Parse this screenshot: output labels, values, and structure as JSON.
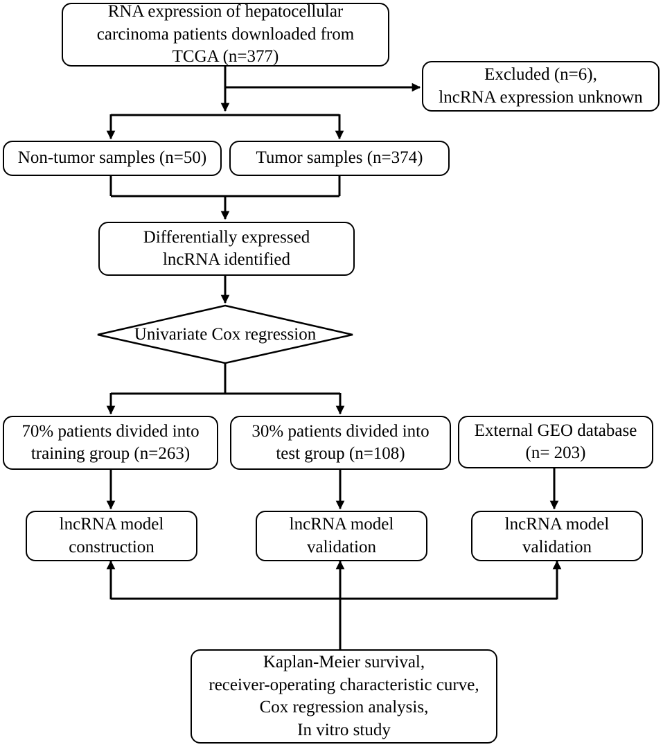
{
  "flowchart": {
    "source": "RNA expression of hepatocellular\ncarcinoma patients downloaded from\nTCGA (n=377)",
    "excluded": "Excluded (n=6),\nlncRNA expression unknown",
    "non_tumor": "Non-tumor samples (n=50)",
    "tumor": "Tumor samples (n=374)",
    "differential": "Differentially expressed\nlncRNA identified",
    "univariate": "Univariate Cox regression",
    "training": "70% patients divided into\ntraining group (n=263)",
    "test": "30% patients divided into\ntest group (n=108)",
    "external": "External GEO database\n(n= 203)",
    "construction": "lncRNA model\nconstruction",
    "validation_test": "lncRNA model\nvalidation",
    "validation_geo": "lncRNA model\nvalidation",
    "analysis": "Kaplan-Meier survival,\nreceiver-operating characteristic curve,\nCox regression analysis,\nIn vitro study"
  },
  "colors": {
    "stroke": "#000000",
    "background": "#ffffff"
  }
}
